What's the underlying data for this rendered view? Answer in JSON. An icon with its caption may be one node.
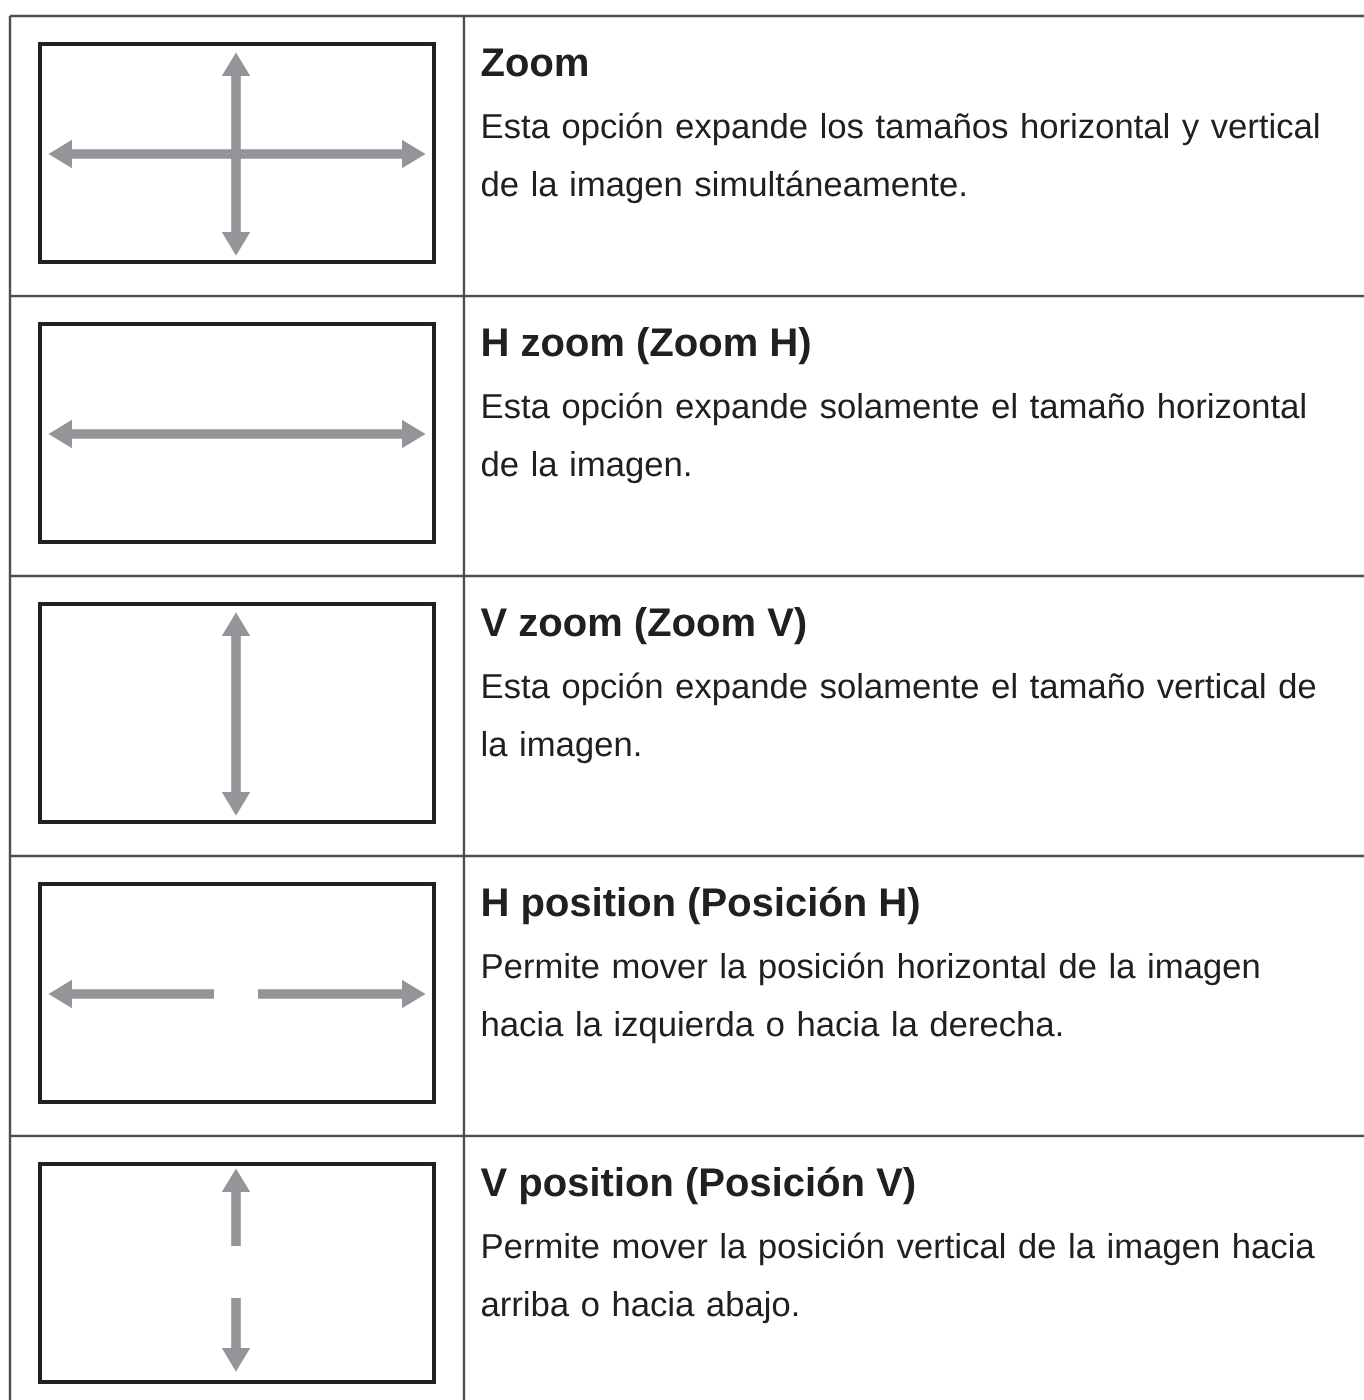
{
  "diagram": {
    "labels": [
      "Zoom",
      "Esta opción expande los tamaños horizontal y vertical de la imagen simultáneamente.",
      "H zoom (Zoom H)",
      "Esta opción expande solamente el tamaño horizontal de la imagen.",
      "V zoom (Zoom V)",
      "Esta opción expande solamente el tamaño vertical de la imagen.",
      "H position (Posición H)",
      "Permite mover la posición horizontal de la imagen hacia la izquierda o hacia la derecha.",
      "V position (Posición V)",
      "Permite mover la posición vertical de la imagen hacia arriba o hacia abajo."
    ]
  }
}
